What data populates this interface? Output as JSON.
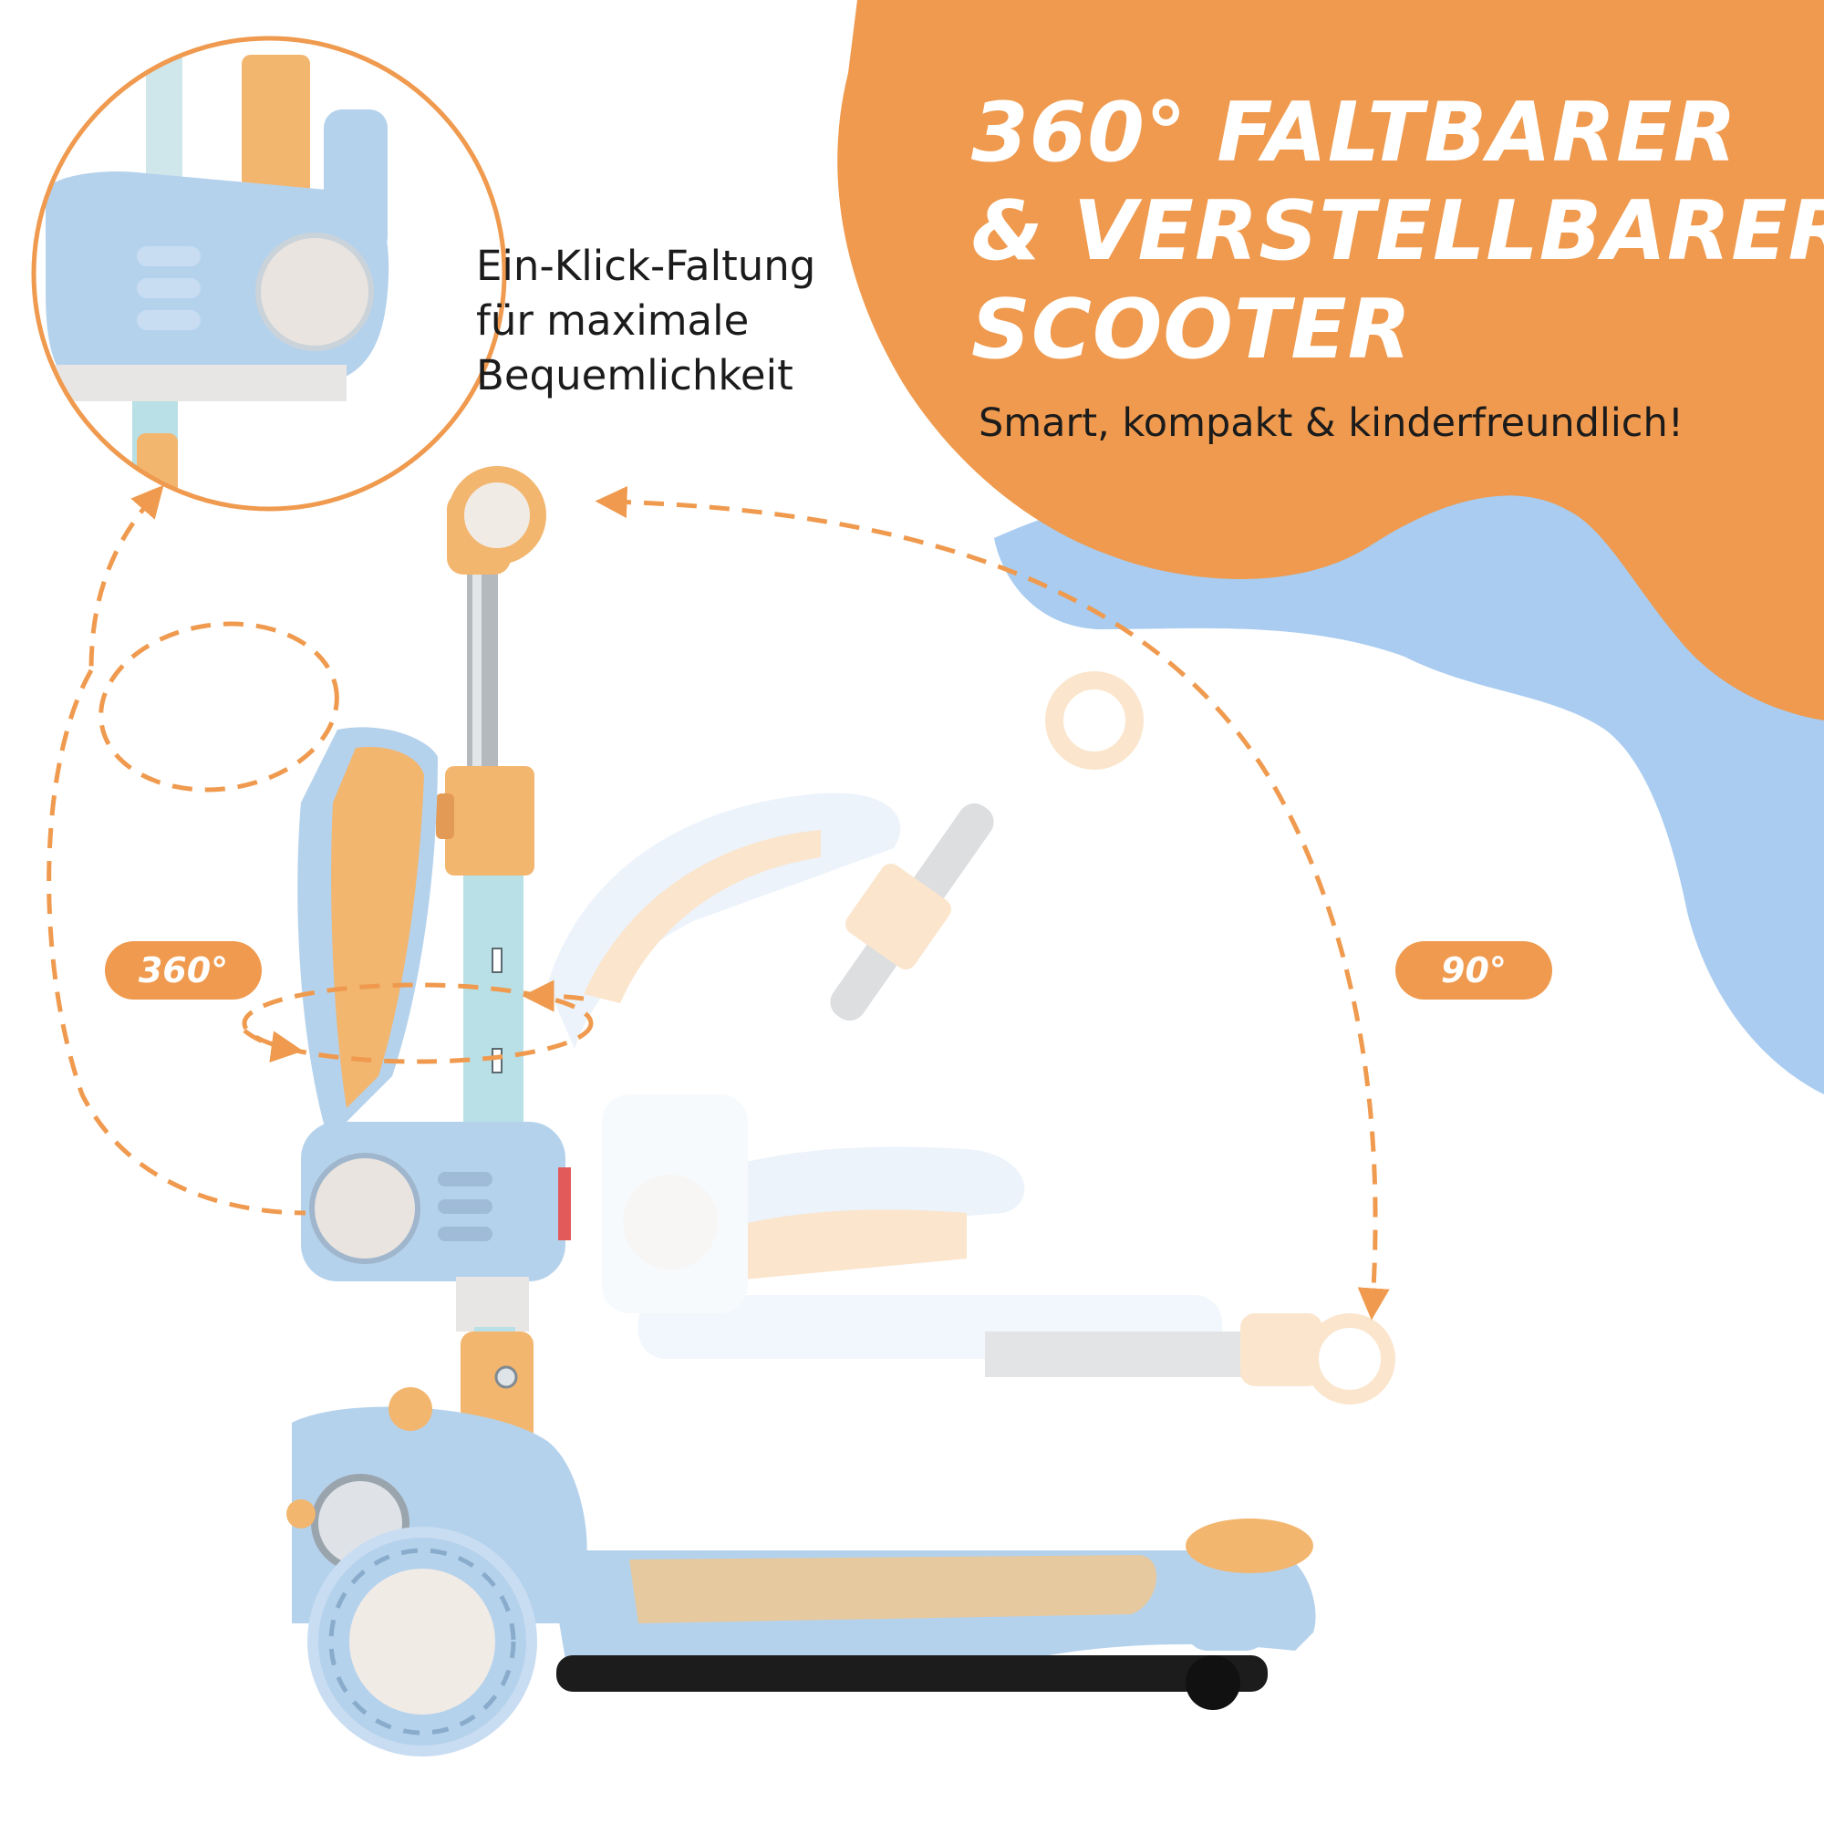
{
  "headline": {
    "line1": "360° FALTBARER",
    "line2": "& VERSTELLBARER",
    "line3": "SCOOTER"
  },
  "subline": "Smart, kompakt & kinderfreundlich!",
  "callout": {
    "line1": "Ein-Klick-Faltung",
    "line2": "für maximale",
    "line3": "Bequemlichkeit"
  },
  "badges": {
    "rotate": "360°",
    "tilt": "90°"
  },
  "colors": {
    "orange": "#ef9a4e",
    "blue": "#a9ccf0",
    "scooter_blue": "#b5d2ec",
    "scooter_orange": "#f2b66f"
  },
  "icons": {
    "arrow": "dashed-arrow-icon"
  }
}
